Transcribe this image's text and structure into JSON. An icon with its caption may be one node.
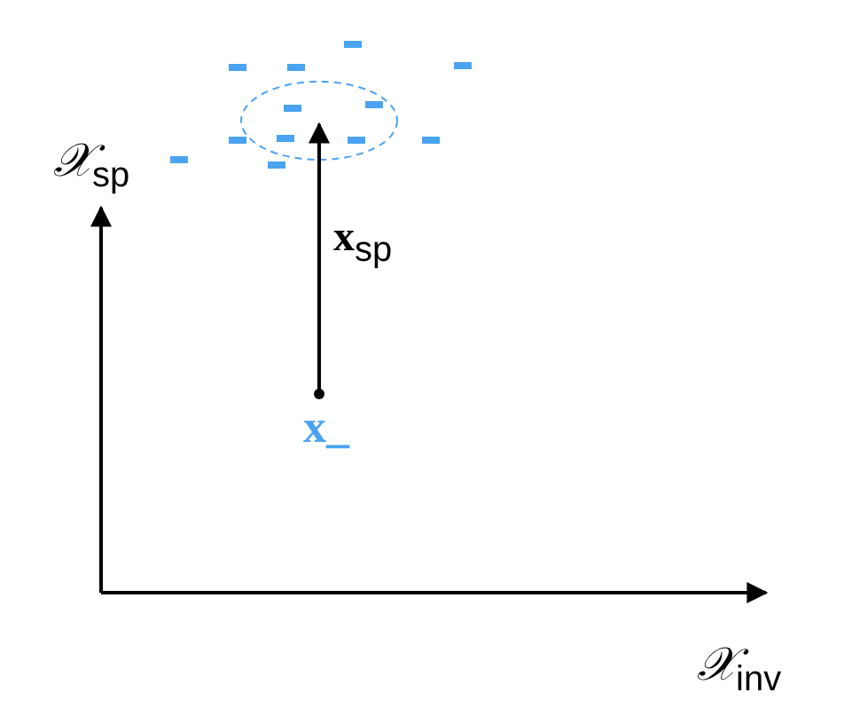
{
  "diagram": {
    "nodes": [
      {
        "text": [],
        "shape": "circle"
      },
      {
        "text": [
          "x_"
        ]
      }
    ],
    "edges": [
      {
        "from": 1,
        "to": 0,
        "arrow": "to",
        "label": "**x**$_{sp}$"
      }
    ],
    "labels": [
      "𝒳$_{sp}$",
      "𝒳$_{inv}$"
    ]
  }
}
